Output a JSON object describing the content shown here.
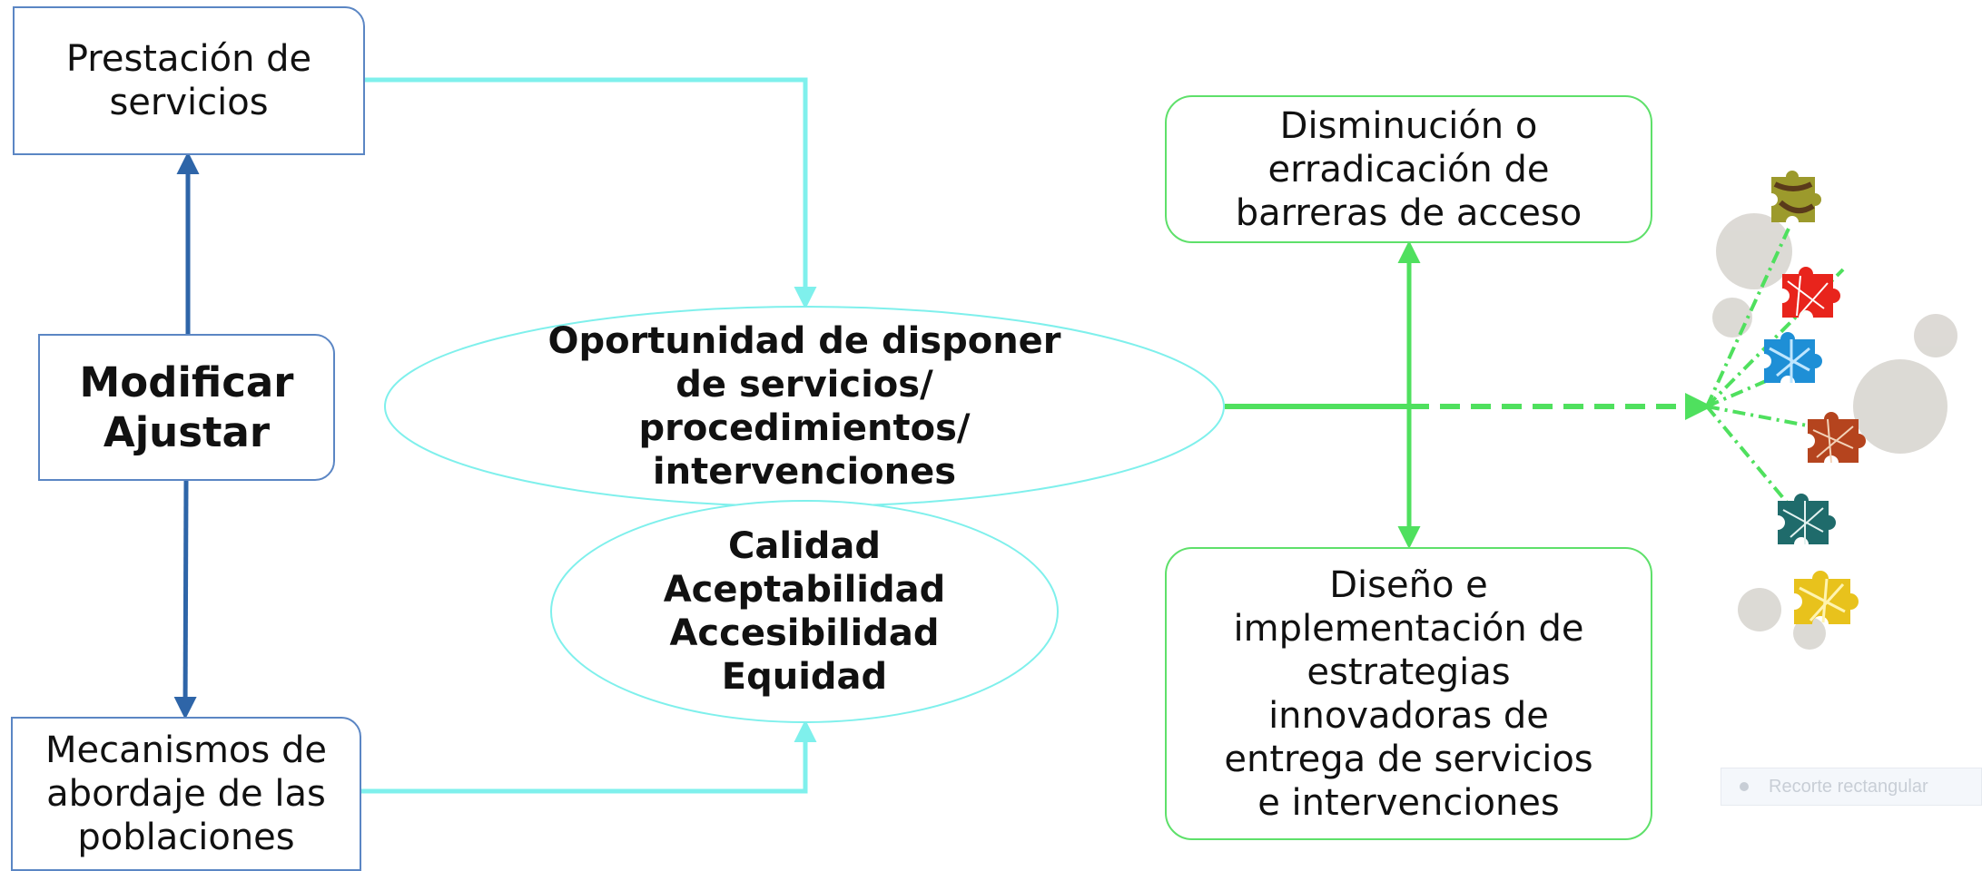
{
  "diagram": {
    "prestacion": "Prestación de\nservicios",
    "modificar": "Modificar\nAjustar",
    "mecanismos": "Mecanismos de\nabordaje de las\npoblaciones",
    "oportunidad": "Oportunidad de disponer\nde servicios/\nprocedimientos/\nintervenciones",
    "calidad": "Calidad\nAceptabilidad\nAccesibilidad\nEquidad",
    "disminucion": "Disminución o\nerradicación de\nbarreras de acceso",
    "diseno": "Diseño e\nimplementación de\nestrategias\ninnovadoras de\nentrega de servicios\ne intervenciones"
  },
  "watermark": {
    "label": "Recorte rectangular"
  },
  "colors": {
    "cyan_connector": "#7ff0ec",
    "blue_arrow": "#2e65a8",
    "green_connector": "#4fe05e",
    "blue_box_border": "#5b86c4",
    "green_box_border": "#5ee06a"
  },
  "puzzle_icons": [
    "puzzle-piece-olive-icon",
    "puzzle-piece-red-icon",
    "puzzle-piece-blue-icon",
    "puzzle-piece-brown-icon",
    "puzzle-piece-teal-icon",
    "puzzle-piece-yellow-icon"
  ]
}
